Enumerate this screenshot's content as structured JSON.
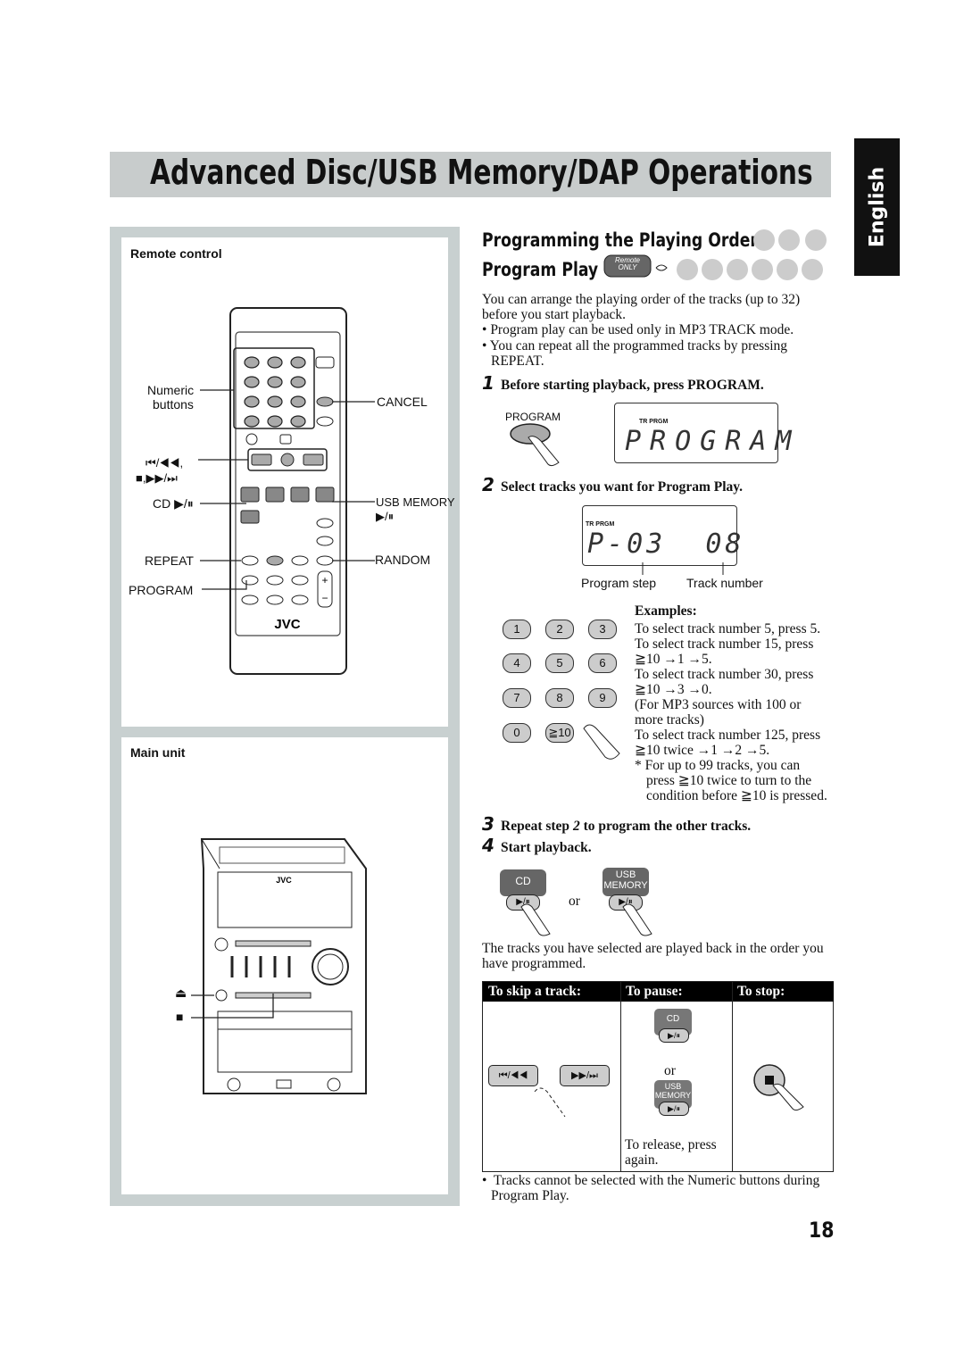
{
  "header": {
    "title": "Advanced Disc/USB Memory/DAP Operations",
    "language_tab": "English"
  },
  "remote_panel": {
    "title": "Remote control",
    "labels": {
      "numeric": "Numeric",
      "buttons": "buttons",
      "skip": "⏮/◀◀,",
      "stop_fwd": "■,▶▶/⏭",
      "cd_play": "CD ▶/⏸",
      "repeat": "REPEAT",
      "program": "PROGRAM",
      "cancel": "CANCEL",
      "usb_memory": "USB MEMORY",
      "usb_play": "▶/⏸",
      "random": "RANDOM",
      "brand": "JVC"
    }
  },
  "main_unit_panel": {
    "title": "Main unit",
    "brand": "JVC",
    "eject_symbol": "⏏",
    "stop_symbol": "■"
  },
  "section": {
    "heading_line1": "Programming the Playing Order—",
    "heading_line2": "Program Play",
    "badge_line1": "Remote",
    "badge_line2": "ONLY",
    "intro": "You can arrange the playing order of the tracks (up to 32) before you start playback.",
    "bullets": [
      "Program play can be used only in MP3 TRACK mode.",
      "You can repeat all the programmed tracks by pressing REPEAT."
    ],
    "step1_num": "1",
    "step1": "Before starting playback, press PROGRAM.",
    "program_button_label": "PROGRAM",
    "lcd1_indicator": "TR PRGM",
    "lcd1_text": "PROGRAM",
    "step2_num": "2",
    "step2": "Select tracks you want for Program Play.",
    "lcd2_indicator": "TR PRGM",
    "lcd2_text": "P-03  08",
    "caption_step": "Program step",
    "caption_track": "Track number",
    "keypad": [
      "1",
      "2",
      "3",
      "4",
      "5",
      "6",
      "7",
      "8",
      "9",
      "0",
      "≧10"
    ],
    "examples_title": "Examples:",
    "examples": [
      "To select track number 5, press 5.",
      "To select track number 15, press",
      "≧10 →1 →5.",
      "To select track number 30, press",
      "≧10 →3 →0.",
      "(For MP3 sources with 100 or",
      "more tracks)",
      "To select track number 125, press",
      "≧10 twice →1 →2 →5.",
      "* For up to 99 tracks, you can",
      "press ≧10 twice to turn to the",
      "condition before ≧10 is pressed."
    ],
    "step3_num": "3",
    "step3_a": "Repeat step",
    "step3_ref": "2",
    "step3_b": "to program the other tracks.",
    "step4_num": "4",
    "step4": "Start playback.",
    "cd_label": "CD",
    "usb_label_1": "USB",
    "usb_label_2": "MEMORY",
    "play_pause": "▶/⏸",
    "or": "or",
    "played_back": "The tracks you have selected are played back in the order you have programmed.",
    "table": {
      "col1": "To skip a track:",
      "col2": "To pause:",
      "col3": "To stop:",
      "skip_back": "⏮/◀◀",
      "skip_fwd": "▶▶/⏭",
      "or": "or",
      "release": "To release, press again."
    },
    "footnote": "Tracks cannot be selected with the Numeric buttons during Program Play."
  },
  "page_number": "18"
}
